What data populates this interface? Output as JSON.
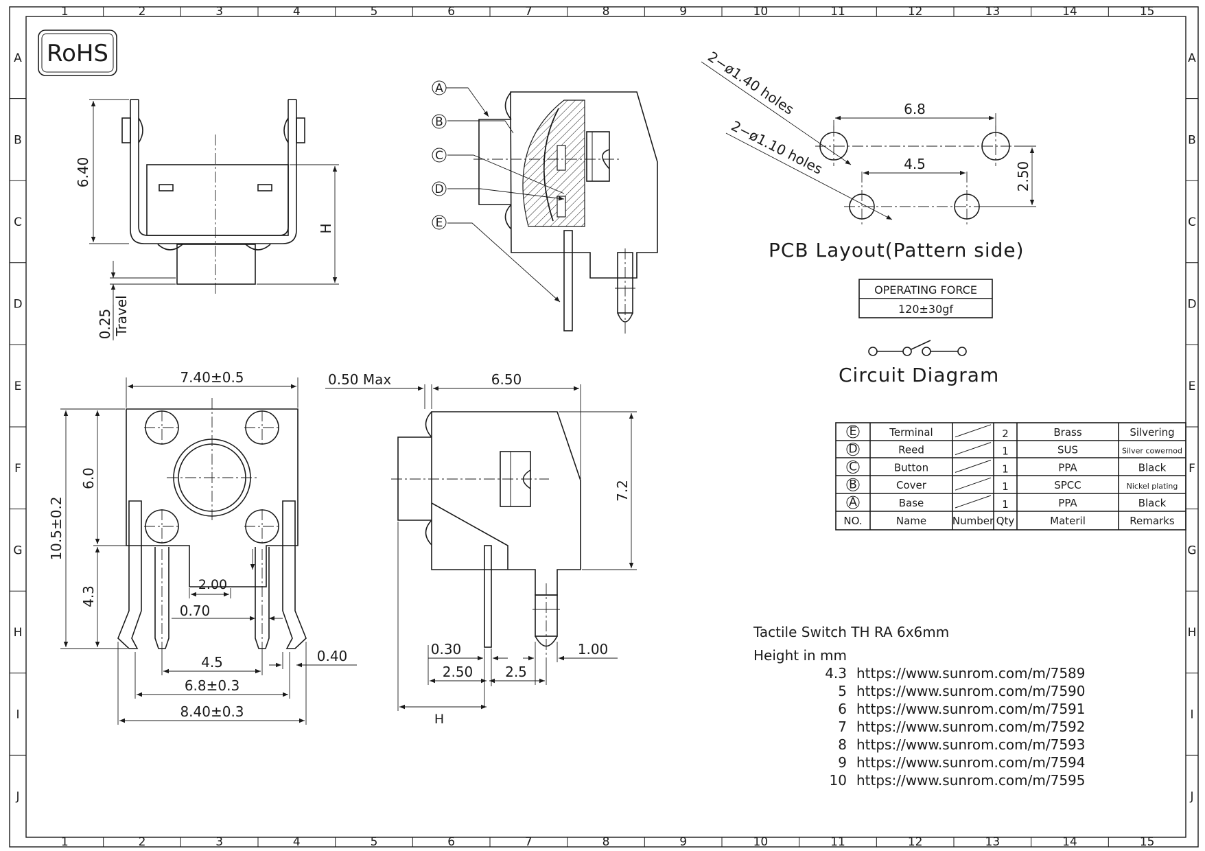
{
  "border": {
    "columns": [
      "1",
      "2",
      "3",
      "4",
      "5",
      "6",
      "7",
      "8",
      "9",
      "10",
      "11",
      "12",
      "13",
      "14",
      "15"
    ],
    "rows": [
      "A",
      "B",
      "C",
      "D",
      "E",
      "F",
      "G",
      "H",
      "I",
      "J"
    ]
  },
  "rohs": "RoHS",
  "top_view": {
    "h_6_40": "6.40",
    "h_H": "H",
    "travel_value": "0.25",
    "travel_label": "Travel"
  },
  "section_view": {
    "callouts": [
      "A",
      "B",
      "C",
      "D",
      "E"
    ]
  },
  "pcb": {
    "holes_large": "2−ø1.40 holes",
    "holes_small": "2−ø1.10 holes",
    "dim_6_8": "6.8",
    "dim_4_5": "4.5",
    "dim_2_50": "2.50",
    "title": "PCB Layout(Pattern side)"
  },
  "operating_force": {
    "label": "OPERATING FORCE",
    "value": "120±30gf"
  },
  "circuit": {
    "title": "Circuit Diagram"
  },
  "front_view": {
    "width": "7.40±0.5",
    "height_total": "10.5±0.2",
    "height_upper": "6.0",
    "height_lower": "4.3",
    "dim_2_00": "2.00",
    "dim_0_70": "0.70",
    "dim_4_5": "4.5",
    "dim_6_8": "6.8±0.3",
    "dim_8_40": "8.40±0.3",
    "dim_0_40": "0.40"
  },
  "side_view": {
    "max": "0.50  Max",
    "dim_6_50": "6.50",
    "dim_7_2": "7.2",
    "dim_0_30": "0.30",
    "dim_1_00": "1.00",
    "dim_2_50": "2.50",
    "dim_2_5": "2.5",
    "dim_H": "H"
  },
  "parts_table": {
    "header": {
      "no": "NO.",
      "name": "Name",
      "number": "Number",
      "qty": "Qty",
      "material": "Materil",
      "remarks": "Remarks"
    },
    "rows": [
      {
        "no": "E",
        "name": "Terminal",
        "qty": "2",
        "material": "Brass",
        "remarks": "Silvering"
      },
      {
        "no": "D",
        "name": "Reed",
        "qty": "1",
        "material": "SUS",
        "remarks": "Silver cowernod"
      },
      {
        "no": "C",
        "name": "Button",
        "qty": "1",
        "material": "PPA",
        "remarks": "Black"
      },
      {
        "no": "B",
        "name": "Cover",
        "qty": "1",
        "material": "SPCC",
        "remarks": "Nickel plating"
      },
      {
        "no": "A",
        "name": "Base",
        "qty": "1",
        "material": "PPA",
        "remarks": "Black"
      }
    ]
  },
  "info": {
    "title": "Tactile Switch TH RA 6x6mm",
    "subtitle": "Height in mm",
    "links": [
      {
        "height": "4.3",
        "url": "https://www.sunrom.com/m/7589"
      },
      {
        "height": "5",
        "url": "https://www.sunrom.com/m/7590"
      },
      {
        "height": "6",
        "url": "https://www.sunrom.com/m/7591"
      },
      {
        "height": "7",
        "url": "https://www.sunrom.com/m/7592"
      },
      {
        "height": "8",
        "url": "https://www.sunrom.com/m/7593"
      },
      {
        "height": "9",
        "url": "https://www.sunrom.com/m/7594"
      },
      {
        "height": "10",
        "url": "https://www.sunrom.com/m/7595"
      }
    ]
  }
}
